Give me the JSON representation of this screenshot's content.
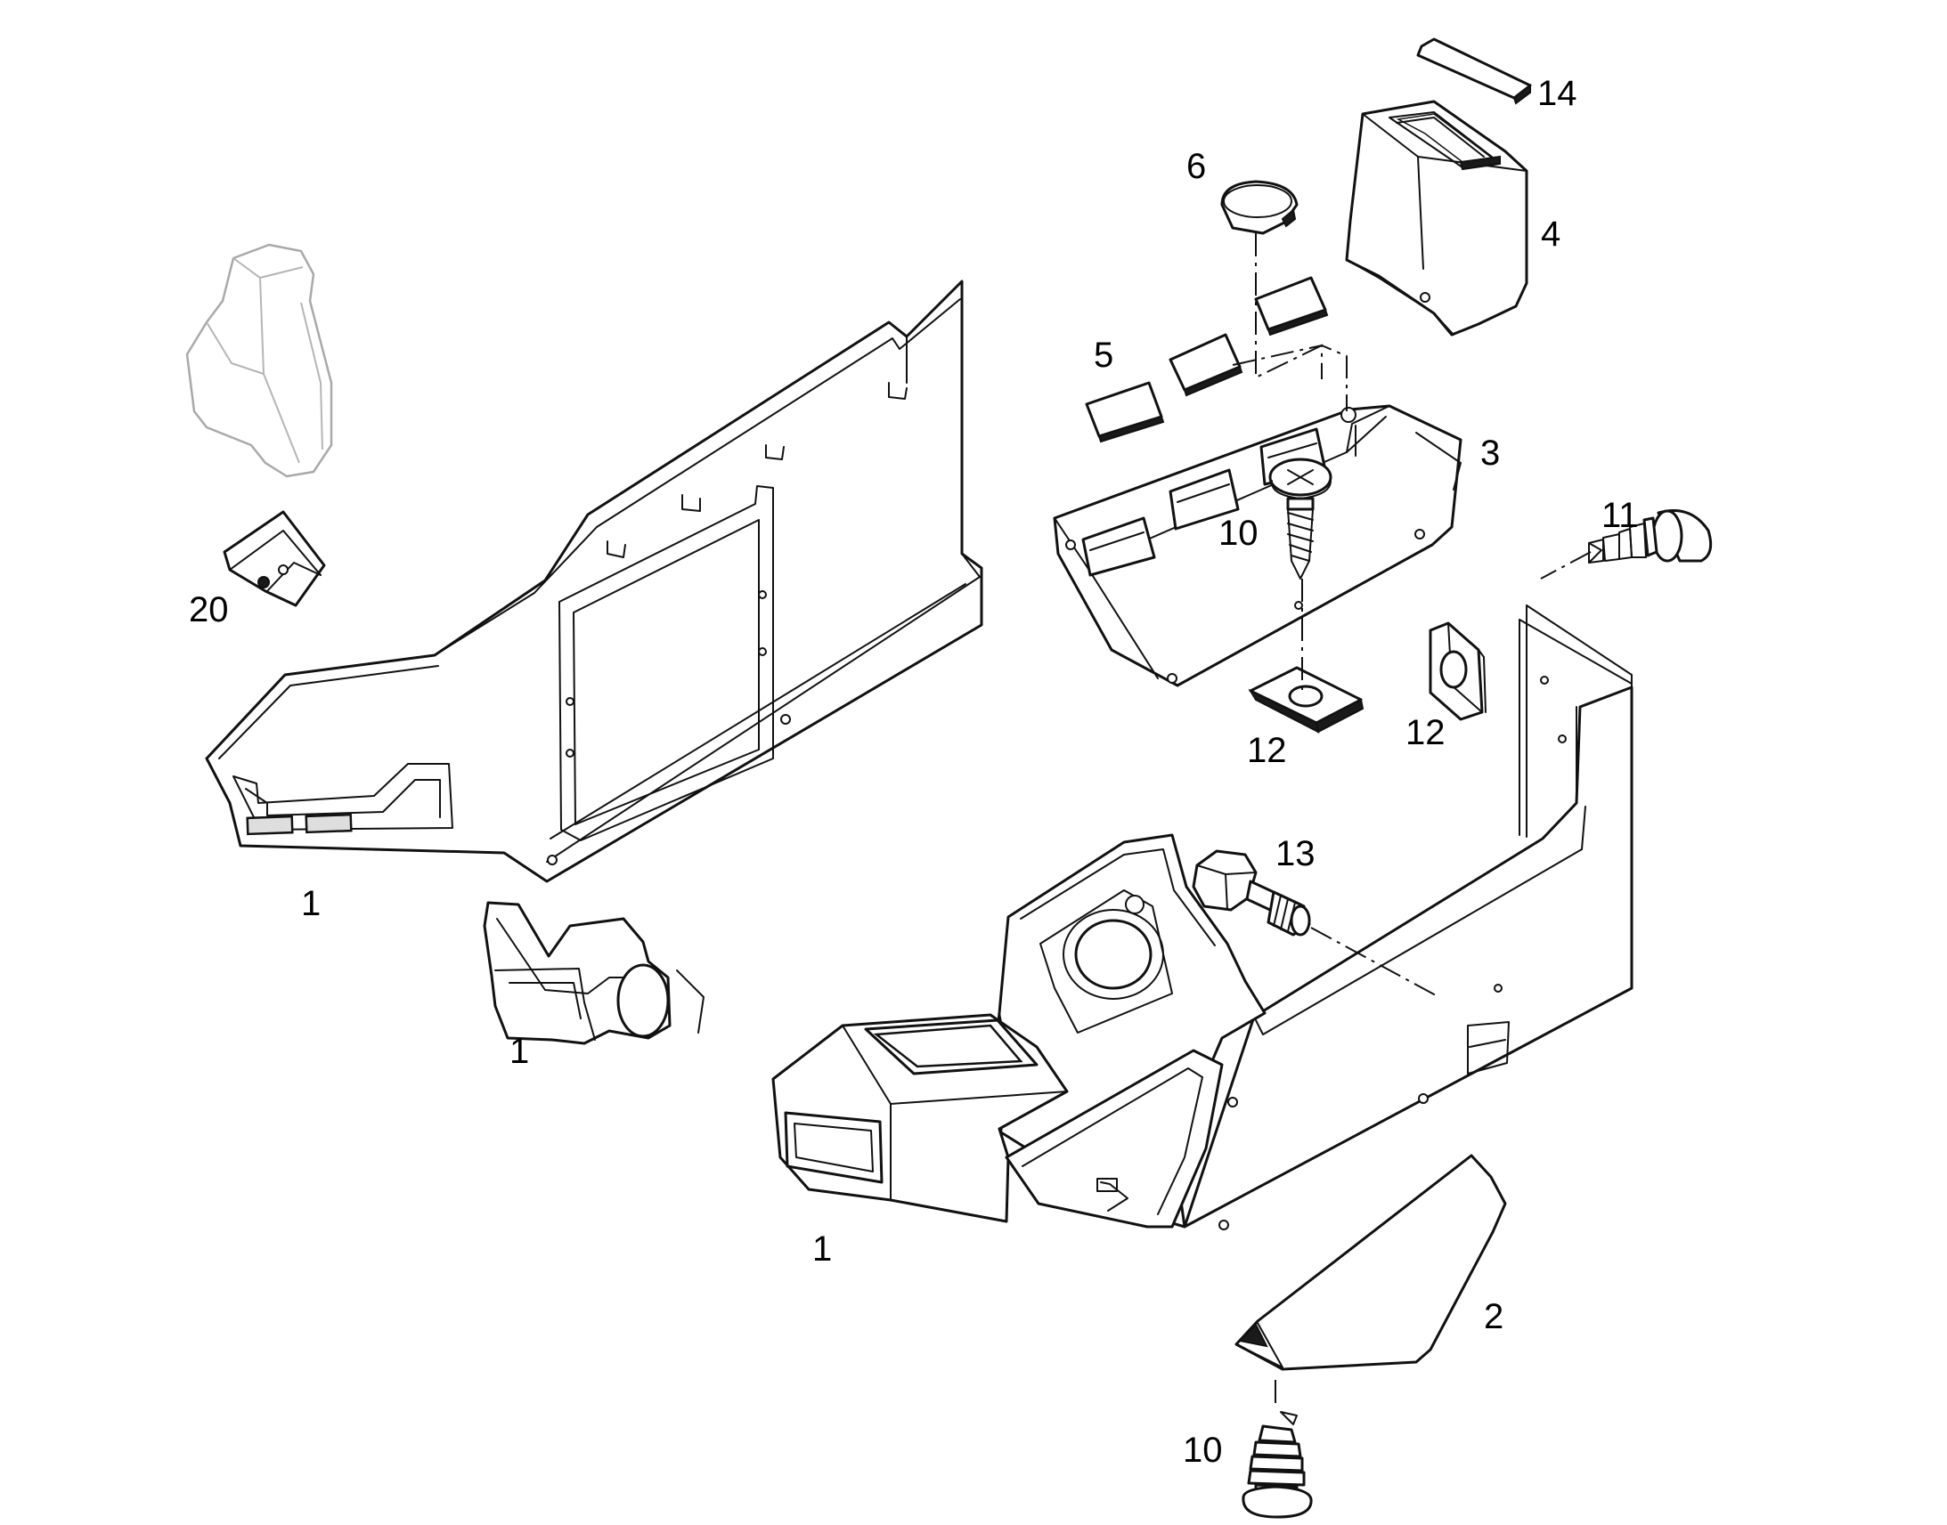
{
  "callouts": {
    "left_panel": "1",
    "left_duct": "1",
    "main_console": "1",
    "cover_panel": "2",
    "switch_panel": "3",
    "top_cover": "4",
    "switch_blank": "5",
    "cap": "6",
    "screw_upper": "10",
    "screw_lower": "10",
    "push_rivet": "11",
    "nut_clip_left": "12",
    "nut_clip_right": "12",
    "bolt": "13",
    "top_strip": "14",
    "bracket": "20"
  },
  "colors": {
    "line": "#111111",
    "ghost": "#a9a9a9",
    "background": "#ffffff"
  }
}
